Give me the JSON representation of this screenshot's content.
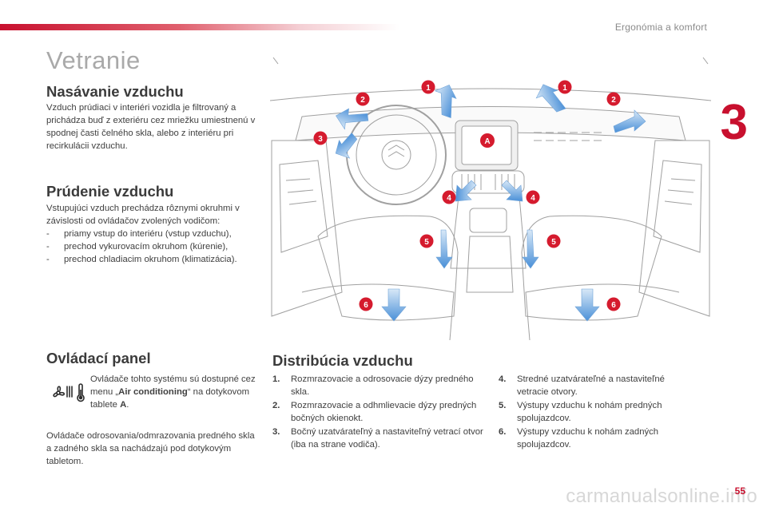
{
  "header": {
    "section": "Ergonómia a komfort",
    "chapter_number": "3"
  },
  "page_title": "Vetranie",
  "intake": {
    "heading": "Nasávanie vzduchu",
    "text": "Vzduch prúdiaci v interiéri vozidla je filtrovaný a prichádza buď z exteriéru cez mriežku umiestnenú v spodnej časti čelného skla, alebo z interiéru pri recirkulácii vzduchu."
  },
  "flow": {
    "heading": "Prúdenie vzduchu",
    "intro": "Vstupujúci vzduch prechádza rôznymi okruhmi v závislosti od ovládačov zvolených vodičom:",
    "items": [
      "priamy vstup do interiéru (vstup vzduchu),",
      "prechod vykurovacím okruhom (kúrenie),",
      "prechod chladiacim okruhom (klimatizácia)."
    ]
  },
  "control_panel": {
    "heading": "Ovládací panel",
    "text_before": "Ovládače tohto systému sú dostupné cez menu „",
    "menu_name": "Air conditioning",
    "text_middle": "“ na dotykovom tablete ",
    "tablet_ref": "A",
    "text_after": ".",
    "text2": "Ovládače odrosovania/odmrazovania predného skla a zadného skla sa nachádzajú pod dotykovým tabletom.",
    "icon": "fan-thermometer-icon"
  },
  "distribution": {
    "heading": "Distribúcia vzduchu",
    "items_left": [
      {
        "num": "1.",
        "text": "Rozmrazovacie a odrosovacie dýzy predného skla."
      },
      {
        "num": "2.",
        "text": "Rozmrazovacie a odhmlievacie dýzy predných bočných okienokt."
      },
      {
        "num": "3.",
        "text": "Bočný uzatvárateľný a nastaviteľný vetrací otvor (iba na strane vodiča)."
      }
    ],
    "items_right": [
      {
        "num": "4.",
        "text": "Stredné uzatvárateľné a nastaviteľné vetracie otvory."
      },
      {
        "num": "5.",
        "text": "Výstupy vzduchu k nohám predných spolujazdcov."
      },
      {
        "num": "6.",
        "text": "Výstupy vzduchu k nohám zadných spolujazdcov."
      }
    ]
  },
  "diagram": {
    "badges": {
      "b1": "1",
      "b2": "2",
      "b3": "3",
      "b4": "4",
      "b5": "5",
      "b6": "6",
      "bA": "A"
    },
    "colors": {
      "badge": "#d51b2e",
      "arrow": "#4a90d8",
      "line": "#9a9a9a"
    }
  },
  "footer": {
    "page_number": "55",
    "watermark": "carmanualsonline.info"
  }
}
